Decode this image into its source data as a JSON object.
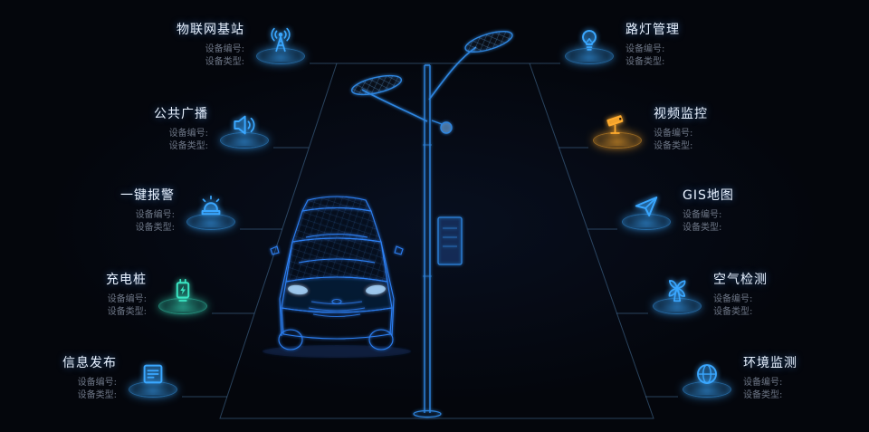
{
  "labels": {
    "device_no": "设备编号:",
    "device_type": "设备类型:"
  },
  "items_left": [
    {
      "title": "物联网基站",
      "icon": "antenna-icon",
      "color": "#3aa7ff"
    },
    {
      "title": "公共广播",
      "icon": "speaker-icon",
      "color": "#3aa7ff"
    },
    {
      "title": "一键报警",
      "icon": "siren-icon",
      "color": "#3aa7ff"
    },
    {
      "title": "充电桩",
      "icon": "charging-icon",
      "color": "#3ae6c3"
    },
    {
      "title": "信息发布",
      "icon": "info-board-icon",
      "color": "#3aa7ff"
    }
  ],
  "items_right": [
    {
      "title": "路灯管理",
      "icon": "bulb-icon",
      "color": "#3aa7ff"
    },
    {
      "title": "视频监控",
      "icon": "cctv-icon",
      "color": "#ffab2e"
    },
    {
      "title": "GIS地图",
      "icon": "paper-plane-icon",
      "color": "#3aa7ff"
    },
    {
      "title": "空气检测",
      "icon": "windmill-icon",
      "color": "#3aa7ff"
    },
    {
      "title": "环境监测",
      "icon": "globe-icon",
      "color": "#3aa7ff"
    }
  ],
  "scene": {
    "center_illustration": "smart-street-lamp-with-wireframe-car",
    "line_color": "#49759e",
    "lamp_color": "#2f86e0",
    "car_color": "#2f86ff"
  }
}
